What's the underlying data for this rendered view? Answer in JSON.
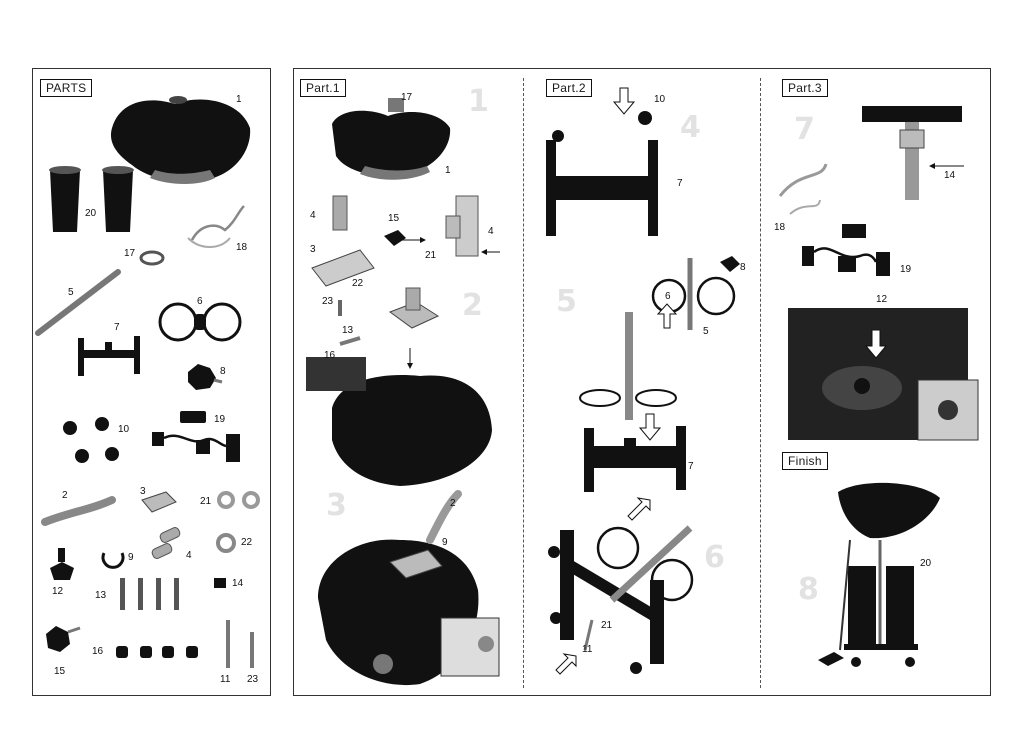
{
  "sections": {
    "parts": "PARTS",
    "part1": "Part.1",
    "part2": "Part.2",
    "part3": "Part.3",
    "finish": "Finish"
  },
  "parts_labels": {
    "n1": "1",
    "n20": "20",
    "n17": "17",
    "n18": "18",
    "n5": "5",
    "n6": "6",
    "n7": "7",
    "n8": "8",
    "n10": "10",
    "n19": "19",
    "n2": "2",
    "n3": "3",
    "n21": "21",
    "n22": "22",
    "n4": "4",
    "n9": "9",
    "n12": "12",
    "n14": "14",
    "n13": "13",
    "n15": "15",
    "n16": "16",
    "n11": "11",
    "n23": "23"
  },
  "part1_labels": {
    "n17": "17",
    "n1": "1",
    "n4a": "4",
    "n15": "15",
    "n4b": "4",
    "n3": "3",
    "n21": "21",
    "n22": "22",
    "n23": "23",
    "n13": "13",
    "n16": "16",
    "n2": "2",
    "n9": "9"
  },
  "part2_labels": {
    "n10": "10",
    "n7a": "7",
    "n8": "8",
    "n6": "6",
    "n5": "5",
    "n7b": "7",
    "n21": "21",
    "n11": "11"
  },
  "part3_labels": {
    "n14": "14",
    "n18": "18",
    "n19": "19",
    "n12": "12",
    "n20": "20"
  },
  "step_numbers": {
    "s1": "1",
    "s2": "2",
    "s3": "3",
    "s4": "4",
    "s5": "5",
    "s6": "6",
    "s7": "7",
    "s8": "8"
  }
}
